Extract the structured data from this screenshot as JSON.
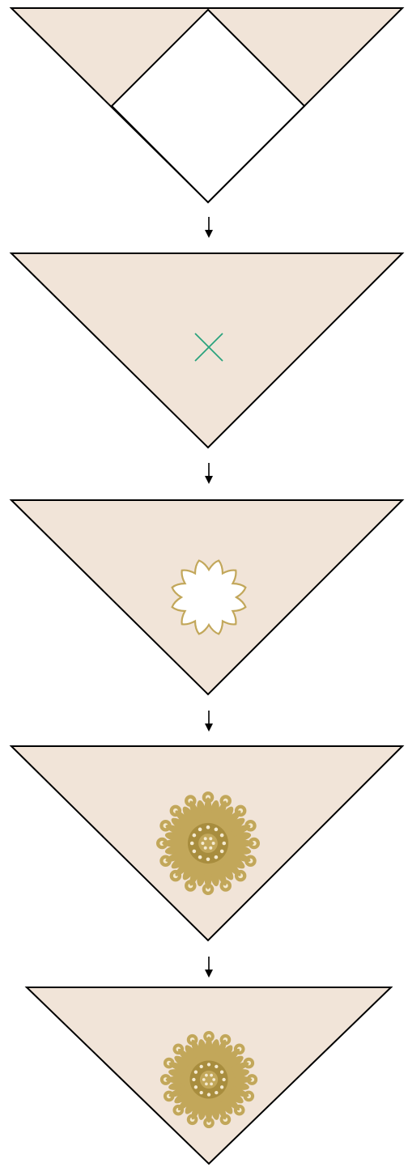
{
  "colors": {
    "fabric": "#f1e4d8",
    "outline": "#000000",
    "center_mark": "#2aa37d",
    "motif_gold": "#c2a75a",
    "motif_gold_dark": "#a88d3e",
    "background": "#ffffff"
  },
  "steps": [
    {
      "id": 1,
      "shape": "triangle-folded-corners",
      "center": "none"
    },
    {
      "id": 2,
      "shape": "triangle",
      "center": "x-mark"
    },
    {
      "id": 3,
      "shape": "triangle",
      "center": "scalloped-cutout"
    },
    {
      "id": 4,
      "shape": "triangle",
      "center": "gold-motif"
    },
    {
      "id": 5,
      "shape": "triangle-smaller",
      "center": "gold-motif"
    }
  ],
  "arrows": [
    {
      "from": 1,
      "to": 2,
      "direction": "down"
    },
    {
      "from": 2,
      "to": 3,
      "direction": "down"
    },
    {
      "from": 3,
      "to": 4,
      "direction": "down"
    },
    {
      "from": 4,
      "to": 5,
      "direction": "down"
    }
  ]
}
